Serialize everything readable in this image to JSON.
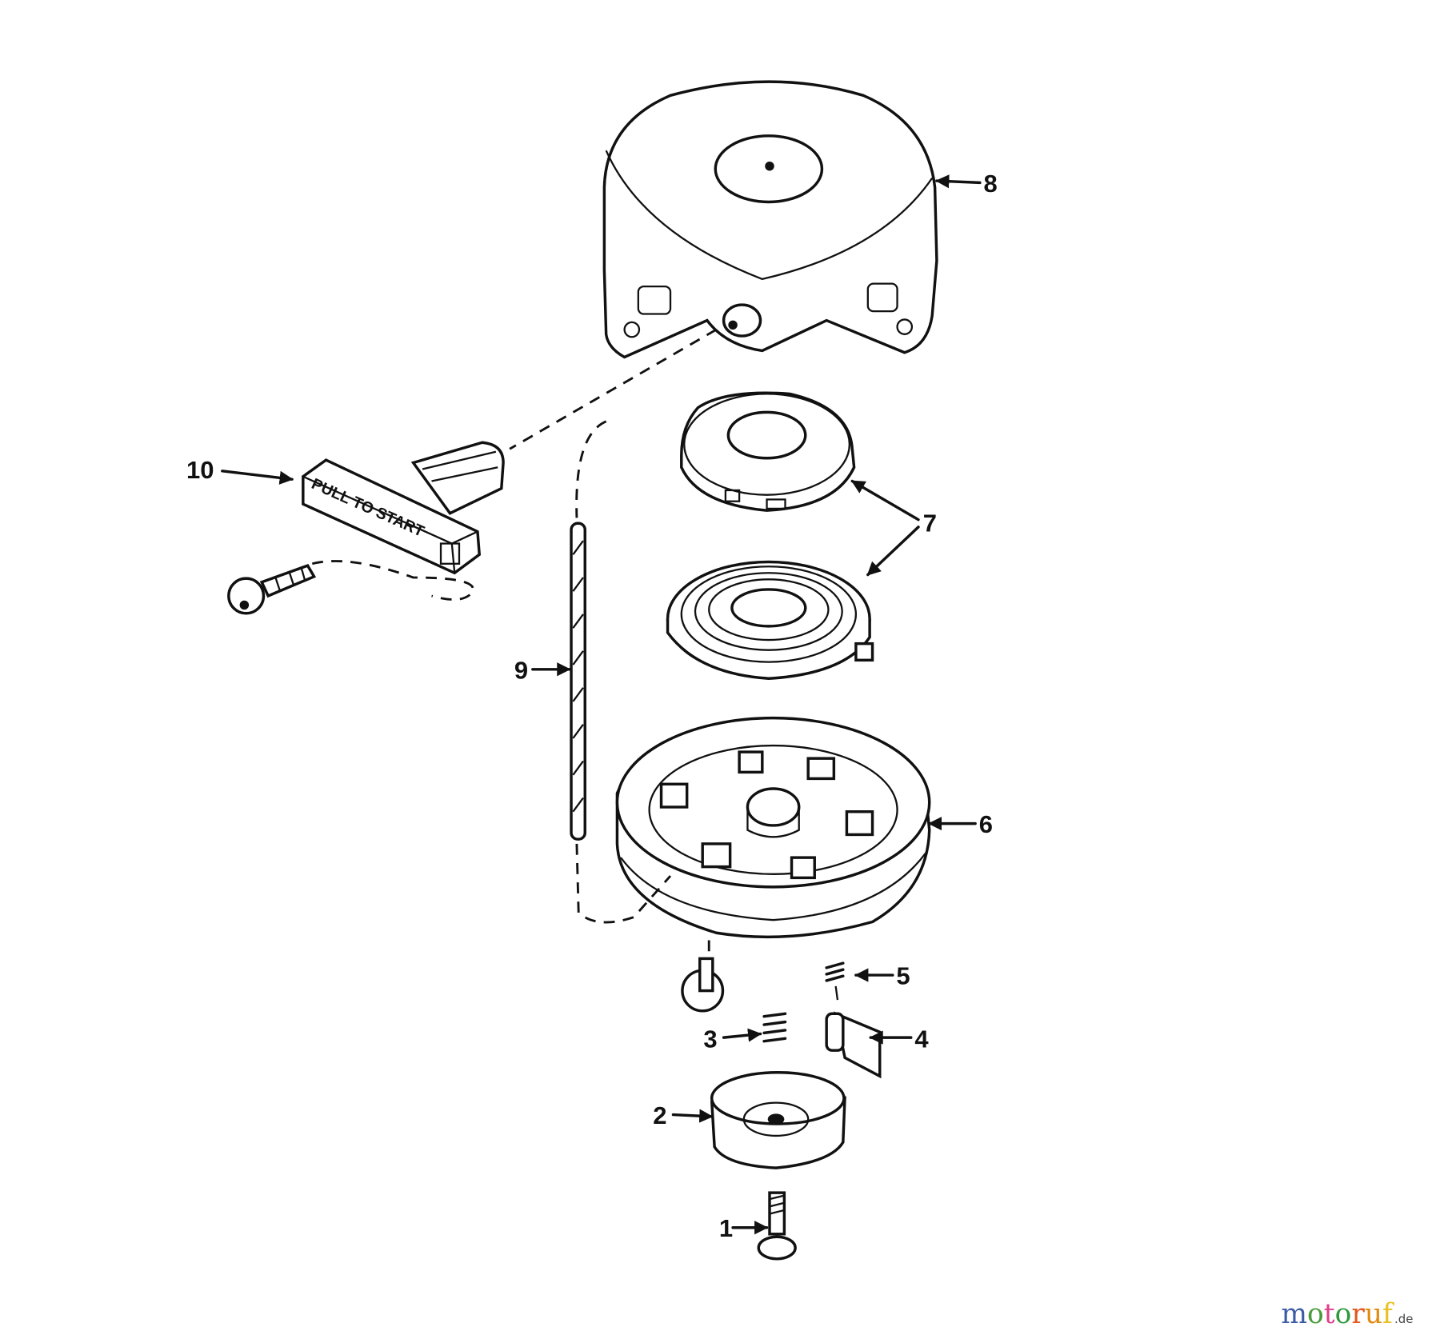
{
  "diagram": {
    "handle_text": "PULL TO START",
    "part_labels": [
      "1",
      "2",
      "3",
      "4",
      "5",
      "6",
      "7",
      "8",
      "9",
      "10"
    ]
  },
  "watermark": {
    "text": "motoruf",
    "suffix": ".de",
    "letter_colors": [
      "#3b5ba5",
      "#4a9a3a",
      "#e0408a",
      "#2e9a3a",
      "#e05a20",
      "#e08a10",
      "#e8c020"
    ]
  }
}
